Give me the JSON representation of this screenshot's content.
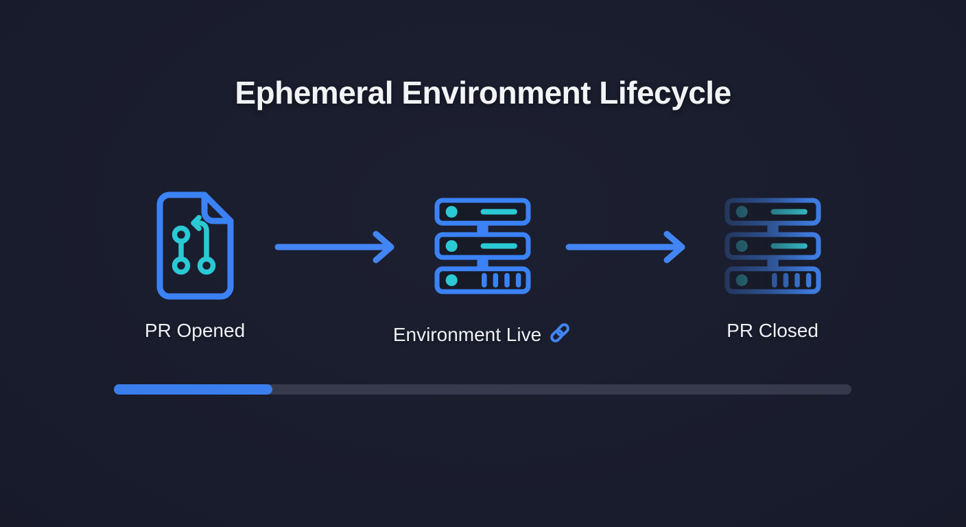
{
  "title": "Ephemeral Environment Lifecycle",
  "stages": [
    {
      "id": "pr-opened",
      "label": "PR Opened",
      "icon": "document-git-pull-request-icon"
    },
    {
      "id": "environment-live",
      "label": "Environment Live",
      "icon": "server-stack-icon",
      "suffix_icon": "link-icon"
    },
    {
      "id": "pr-closed",
      "label": "PR Closed",
      "icon": "server-stack-faded-icon"
    }
  ],
  "connectors": [
    {
      "icon": "arrow-right-icon"
    },
    {
      "icon": "arrow-right-icon"
    }
  ],
  "progress": {
    "percent": 21.5
  },
  "colors": {
    "background": "#191c2d",
    "accent_blue": "#3b82f6",
    "arrow_blue": "#4285f4",
    "accent_cyan": "#2bc9d4",
    "text": "#eef0f4",
    "progress_track": "#363a4d",
    "progress_fill": "#3b82f6"
  }
}
